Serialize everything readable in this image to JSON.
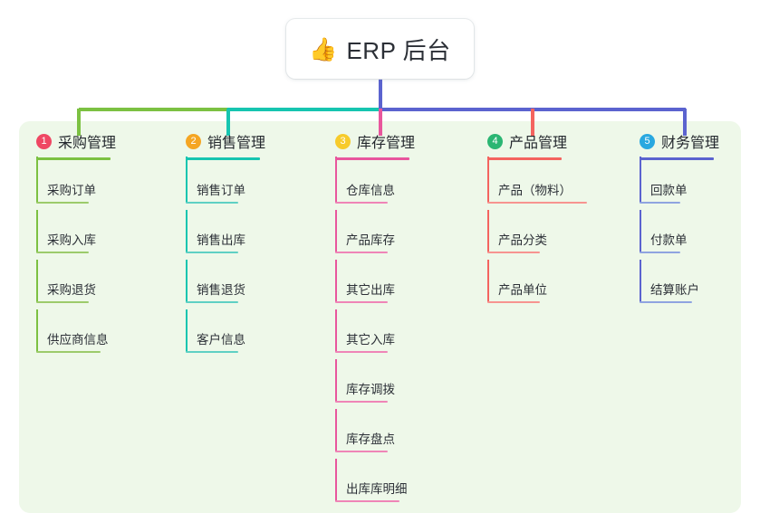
{
  "title": {
    "emoji": "👍",
    "emoji_name": "thumbs-up-icon",
    "text": "ERP 后台"
  },
  "colors": {
    "panel_bg": "#eef8e9",
    "page_bg": "#ffffff",
    "text": "#24282e",
    "green": "#7cc142",
    "teal": "#16c5b0",
    "pink": "#e8569d",
    "red": "#f4645f",
    "blue": "#5b63cf",
    "light_blue": "#8fa4e0",
    "badge_1": "#ef4763",
    "badge_2": "#f5a623",
    "badge_3": "#f7cb2b",
    "badge_4": "#2bb673",
    "badge_5": "#29a8e0"
  },
  "columns": [
    {
      "index": "1",
      "badge_color": "#ef4763",
      "accent": "#7cc142",
      "item_accent": "#9ccb6b",
      "title": "采购管理",
      "items": [
        "采购订单",
        "采购入库",
        "采购退货",
        "供应商信息"
      ]
    },
    {
      "index": "2",
      "badge_color": "#f5a623",
      "accent": "#16c5b0",
      "item_accent": "#5fd0c4",
      "title": "销售管理",
      "items": [
        "销售订单",
        "销售出库",
        "销售退货",
        "客户信息"
      ]
    },
    {
      "index": "3",
      "badge_color": "#f7cb2b",
      "accent": "#e8569d",
      "item_accent": "#ef85b7",
      "title": "库存管理",
      "items": [
        "仓库信息",
        "产品库存",
        "其它出库",
        "其它入库",
        "库存调拨",
        "库存盘点",
        "出库库明细"
      ]
    },
    {
      "index": "4",
      "badge_color": "#2bb673",
      "accent": "#f4645f",
      "item_accent": "#f79490",
      "title": "产品管理",
      "items": [
        "产品（物料）",
        "产品分类",
        "产品单位"
      ]
    },
    {
      "index": "5",
      "badge_color": "#29a8e0",
      "accent": "#5b63cf",
      "item_accent": "#8fa4e0",
      "title": "财务管理",
      "items": [
        "回款单",
        "付款单",
        "结算账户"
      ]
    }
  ],
  "connector": {
    "bar_segments": [
      {
        "name": "green-segment",
        "color": "#7cc142"
      },
      {
        "name": "teal-segment",
        "color": "#16c5b0"
      },
      {
        "name": "blue-segment",
        "color": "#5b63cf"
      }
    ],
    "drops": [
      "#7cc142",
      "#16c5b0",
      "#e8569d",
      "#f4645f",
      "#5b63cf"
    ]
  }
}
